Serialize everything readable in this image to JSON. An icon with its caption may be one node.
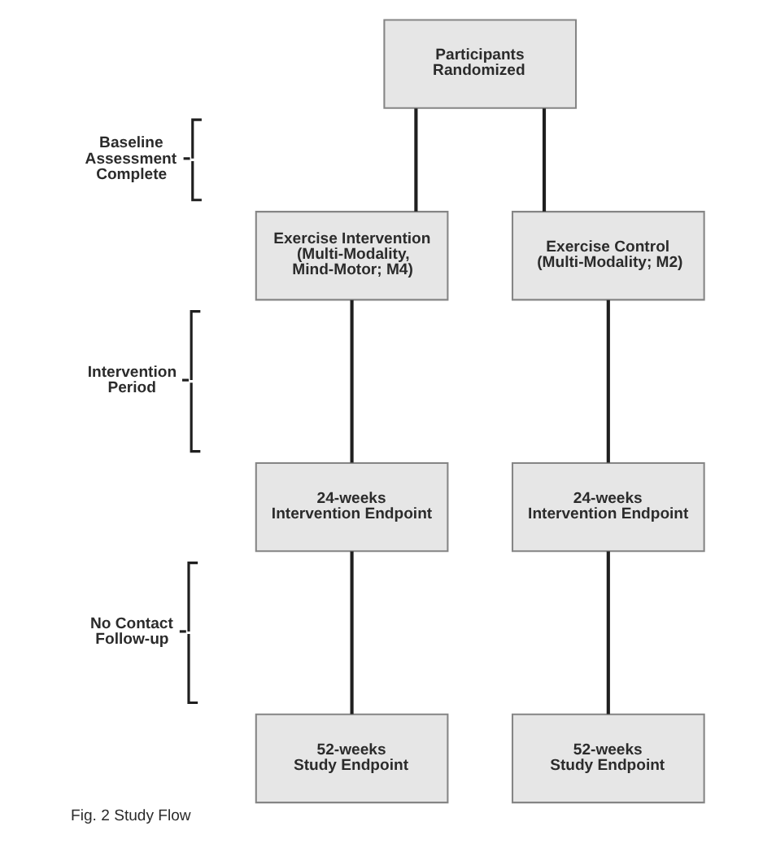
{
  "diagram": {
    "caption": "Fig. 2 Study Flow",
    "nodes": [
      {
        "text": [
          "Participants Randomized"
        ]
      },
      {
        "text": [
          "Exercise Intervention (Multi-Modality, Mind-Motor; M4)"
        ]
      },
      {
        "text": [
          "Exercise Control (Multi-Modality; M2)"
        ]
      },
      {
        "text": [
          "24-weeks Intervention Endpoint"
        ]
      },
      {
        "text": [
          "24-weeks Intervention Endpoint"
        ]
      },
      {
        "text": [
          "52-weeks Study Endpoint"
        ]
      },
      {
        "text": [
          "52-weeks Study Endpoint"
        ]
      }
    ],
    "edges": [
      {
        "from": 0,
        "to": 1,
        "arrow": "none"
      },
      {
        "from": 0,
        "to": 2,
        "arrow": "none"
      },
      {
        "from": 1,
        "to": 3,
        "arrow": "none"
      },
      {
        "from": 2,
        "to": 4,
        "arrow": "none"
      },
      {
        "from": 3,
        "to": 5,
        "arrow": "none"
      },
      {
        "from": 4,
        "to": 6,
        "arrow": "none"
      }
    ],
    "labels": [
      "Baseline Assessment Complete",
      "Intervention Period",
      "No Contact Follow-up"
    ]
  }
}
